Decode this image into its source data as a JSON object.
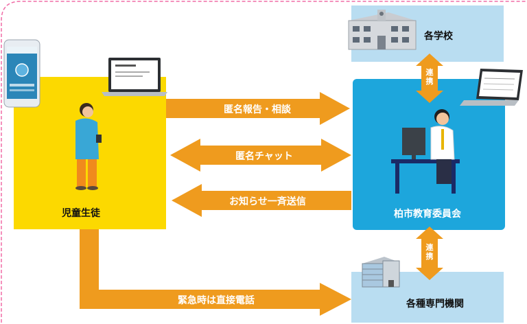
{
  "nodes": {
    "student": {
      "label": "児童生徒"
    },
    "board": {
      "label": "柏市教育委員会"
    },
    "schools": {
      "label": "各学校"
    },
    "agencies": {
      "label": "各種専門機関"
    }
  },
  "arrows": {
    "report": "匿名報告・相談",
    "chat": "匿名チャット",
    "broadcast": "お知らせ一斉送信",
    "emergency": "緊急時は直接電話",
    "link_top": "連携",
    "link_bottom": "連携"
  },
  "colors": {
    "student_box": "#FCD900",
    "board_box": "#1DA6DC",
    "light_box": "#B9DDF1",
    "arrow": "#EF9B1E",
    "border": "#F06BA6"
  }
}
